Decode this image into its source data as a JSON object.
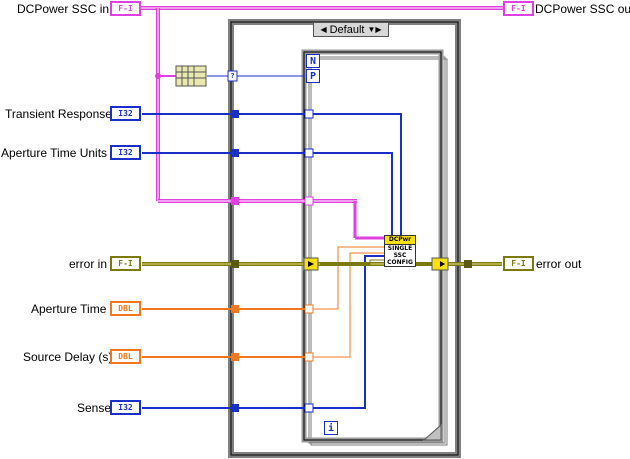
{
  "window": {
    "background": "#ffffff"
  },
  "labels": {
    "dcpower_in": "DCPower SSC in",
    "dcpower_out": "DCPower SSC out",
    "transient_response": "Transient Response",
    "aperture_time_units": "Aperture Time Units",
    "error_in": "error in",
    "error_out": "error out",
    "aperture_time": "Aperture Time",
    "source_delay": "Source Delay (s)",
    "sense": "Sense"
  },
  "terminals": {
    "i32": "I32",
    "dbl": "DBL",
    "cluster": "F-I",
    "loop_count": "N",
    "parallel": "P",
    "iteration": "i",
    "unknown": "?"
  },
  "case_selector": {
    "value": "Default",
    "arrow_left": "◀",
    "arrow_right": "▼▶"
  },
  "subvi": {
    "header": "DCPwr",
    "line1": "SINGLE",
    "line2": "SSC",
    "line3": "CONFIG"
  },
  "colors": {
    "cluster_wire": "#e040e0",
    "int_wire": "#1a2ec8",
    "dbl_wire": "#f07820",
    "error_wire": "#7a7a10",
    "frame": "#808080"
  }
}
